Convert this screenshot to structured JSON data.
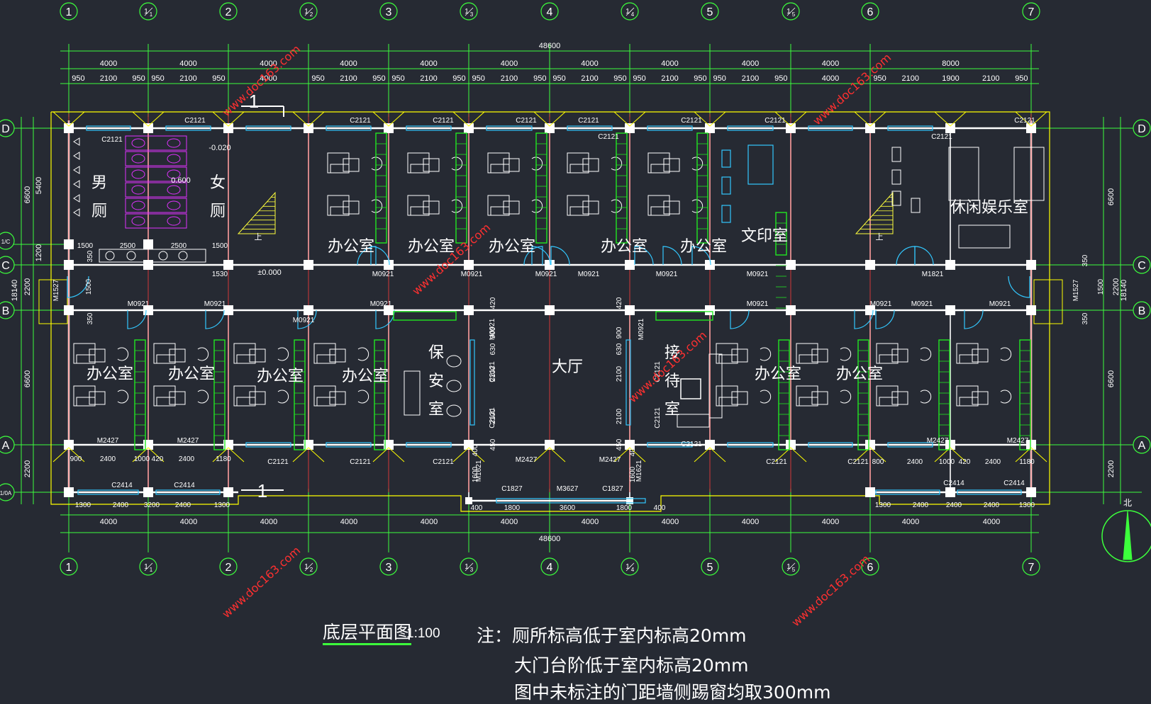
{
  "colors": {
    "background": "#262a33",
    "dim": "#3cff3c",
    "wall": "#ffffff",
    "col_line": "#ff3c3c",
    "window": "#32c8ff",
    "furniture": "#ffffff",
    "toilet": "#e032ff",
    "stairs": "#ffff3c",
    "cabinet": "#22e622",
    "outer": "#ffff00",
    "watermark": "#ff3030"
  },
  "axes": {
    "vertical": [
      "1",
      "1/1",
      "2",
      "1/2",
      "3",
      "1/3",
      "4",
      "1/4",
      "5",
      "1/5",
      "6",
      "7"
    ],
    "horizontal_left": [
      "D",
      "1/C",
      "C",
      "B",
      "A",
      "1/0A"
    ],
    "horizontal_right": [
      "D",
      "C",
      "B",
      "A"
    ]
  },
  "dimensions": {
    "total": "48600",
    "top_row1": [
      "4000",
      "4000",
      "4000",
      "4000",
      "4000",
      "4000",
      "4000",
      "4000",
      "4000",
      "4000",
      "8000"
    ],
    "top_row2": [
      "950",
      "2100",
      "950",
      "950",
      "2100",
      "950",
      "4000",
      "950",
      "2100",
      "950",
      "950",
      "2100",
      "950",
      "950",
      "2100",
      "950",
      "950",
      "2100",
      "950",
      "950",
      "2100",
      "950",
      "950",
      "2100",
      "950",
      "4000",
      "950",
      "2100",
      "1900",
      "2100",
      "950"
    ],
    "bottom_row": [
      "4000",
      "4000",
      "4000",
      "4000",
      "4000",
      "4000",
      "4000",
      "4000",
      "4000",
      "4000",
      "4000",
      "4000"
    ],
    "left_outer": "18140",
    "left_a": "6600",
    "left_b": "5400",
    "left_c": "1200",
    "left_d": "2200",
    "left_e": "6600",
    "left_f": "2200",
    "left_g": "350",
    "left_h": "350",
    "right_outer": "18140",
    "right_a": "6600",
    "right_b": "2200",
    "right_c": "6600",
    "right_d": "2200",
    "right_e": "350",
    "right_f": "1500",
    "right_g": "350",
    "misc_toilet": [
      "1500",
      "2500",
      "2500",
      "1500",
      "1530",
      "1500"
    ],
    "misc_bottom_left": [
      "900",
      "2400",
      "1000",
      "420",
      "2400",
      "1180",
      "1300",
      "2400",
      "3200",
      "2400",
      "1300"
    ],
    "misc_bottom_right": [
      "800",
      "2400",
      "1000",
      "420",
      "2400",
      "1180",
      "1300",
      "2400",
      "2400",
      "2400",
      "1300"
    ],
    "misc_center": [
      "400",
      "1800",
      "3600",
      "1800",
      "400",
      "420",
      "900",
      "630",
      "2100",
      "2100",
      "450",
      "400",
      "1600",
      "420",
      "900",
      "630",
      "2100",
      "2100",
      "450",
      "400",
      "1600"
    ]
  },
  "rooms": {
    "men_toilet": "男厕",
    "women_toilet": "女厕",
    "office": "办公室",
    "print_room": "文印室",
    "leisure": "休闲娱乐室",
    "hall": "大厅",
    "security": "保安室",
    "reception": "接待室"
  },
  "labels": {
    "windows_top": [
      "C2121",
      "C2121",
      "C2121",
      "C2121",
      "C2121",
      "C2121",
      "C2121",
      "C2121",
      "C2121",
      "C2121",
      "C2121"
    ],
    "doors_mid": [
      "M0921",
      "M0921",
      "M0921",
      "M0921",
      "M0921",
      "M0921",
      "M1821"
    ],
    "doors_b": [
      "M0921",
      "M0921",
      "M0921",
      "M0921",
      "M0921",
      "M0921",
      "M0921",
      "M0921"
    ],
    "doors_a": [
      "M2427",
      "M2427",
      "M2427",
      "M2427",
      "M2427",
      "M2427"
    ],
    "windows_a": [
      "C2121",
      "C2121",
      "C2121",
      "C2121",
      "C2121",
      "C2121",
      "C2121"
    ],
    "windows_bottom": [
      "C2414",
      "C2414",
      "C2414",
      "C2414"
    ],
    "entrance": [
      "C1827",
      "M3627",
      "C1827",
      "M1621",
      "M1621"
    ],
    "side_doors": [
      "M1527",
      "M1527"
    ],
    "vert_windows": [
      "C2121",
      "C2121",
      "C2121",
      "C2121",
      "M0921",
      "M0921"
    ],
    "elev_toilet": "-0.020",
    "elev_step": "0.600",
    "elev_floor": "±0.000",
    "section_mark": "1",
    "stair_up": "上",
    "north": "北",
    "watermark": "www.doc163.com"
  },
  "caption": {
    "title": "底层平面图",
    "scale": "1:100",
    "note1": "注：厕所标高低于室内标高20mm",
    "note2": "大门台阶低于室内标高20mm",
    "note3": "图中未标注的门距墙侧踢窗均取300mm"
  }
}
